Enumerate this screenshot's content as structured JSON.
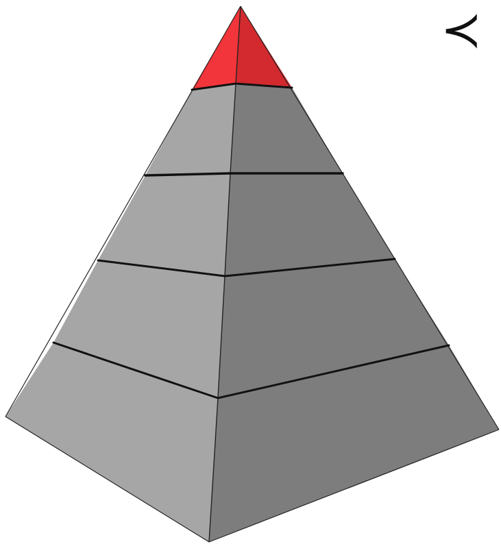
{
  "diagram": {
    "type": "layered-pyramid",
    "layer_count": 5,
    "highlighted_layer": "top",
    "colors": {
      "left_face": "#a6a6a6",
      "right_face": "#7d7d7d",
      "highlight_left": "#f2353a",
      "highlight_right": "#d22a2f",
      "separator": "#111111",
      "background": "#ffffff"
    },
    "symbols": {
      "precedes": "≺"
    }
  }
}
